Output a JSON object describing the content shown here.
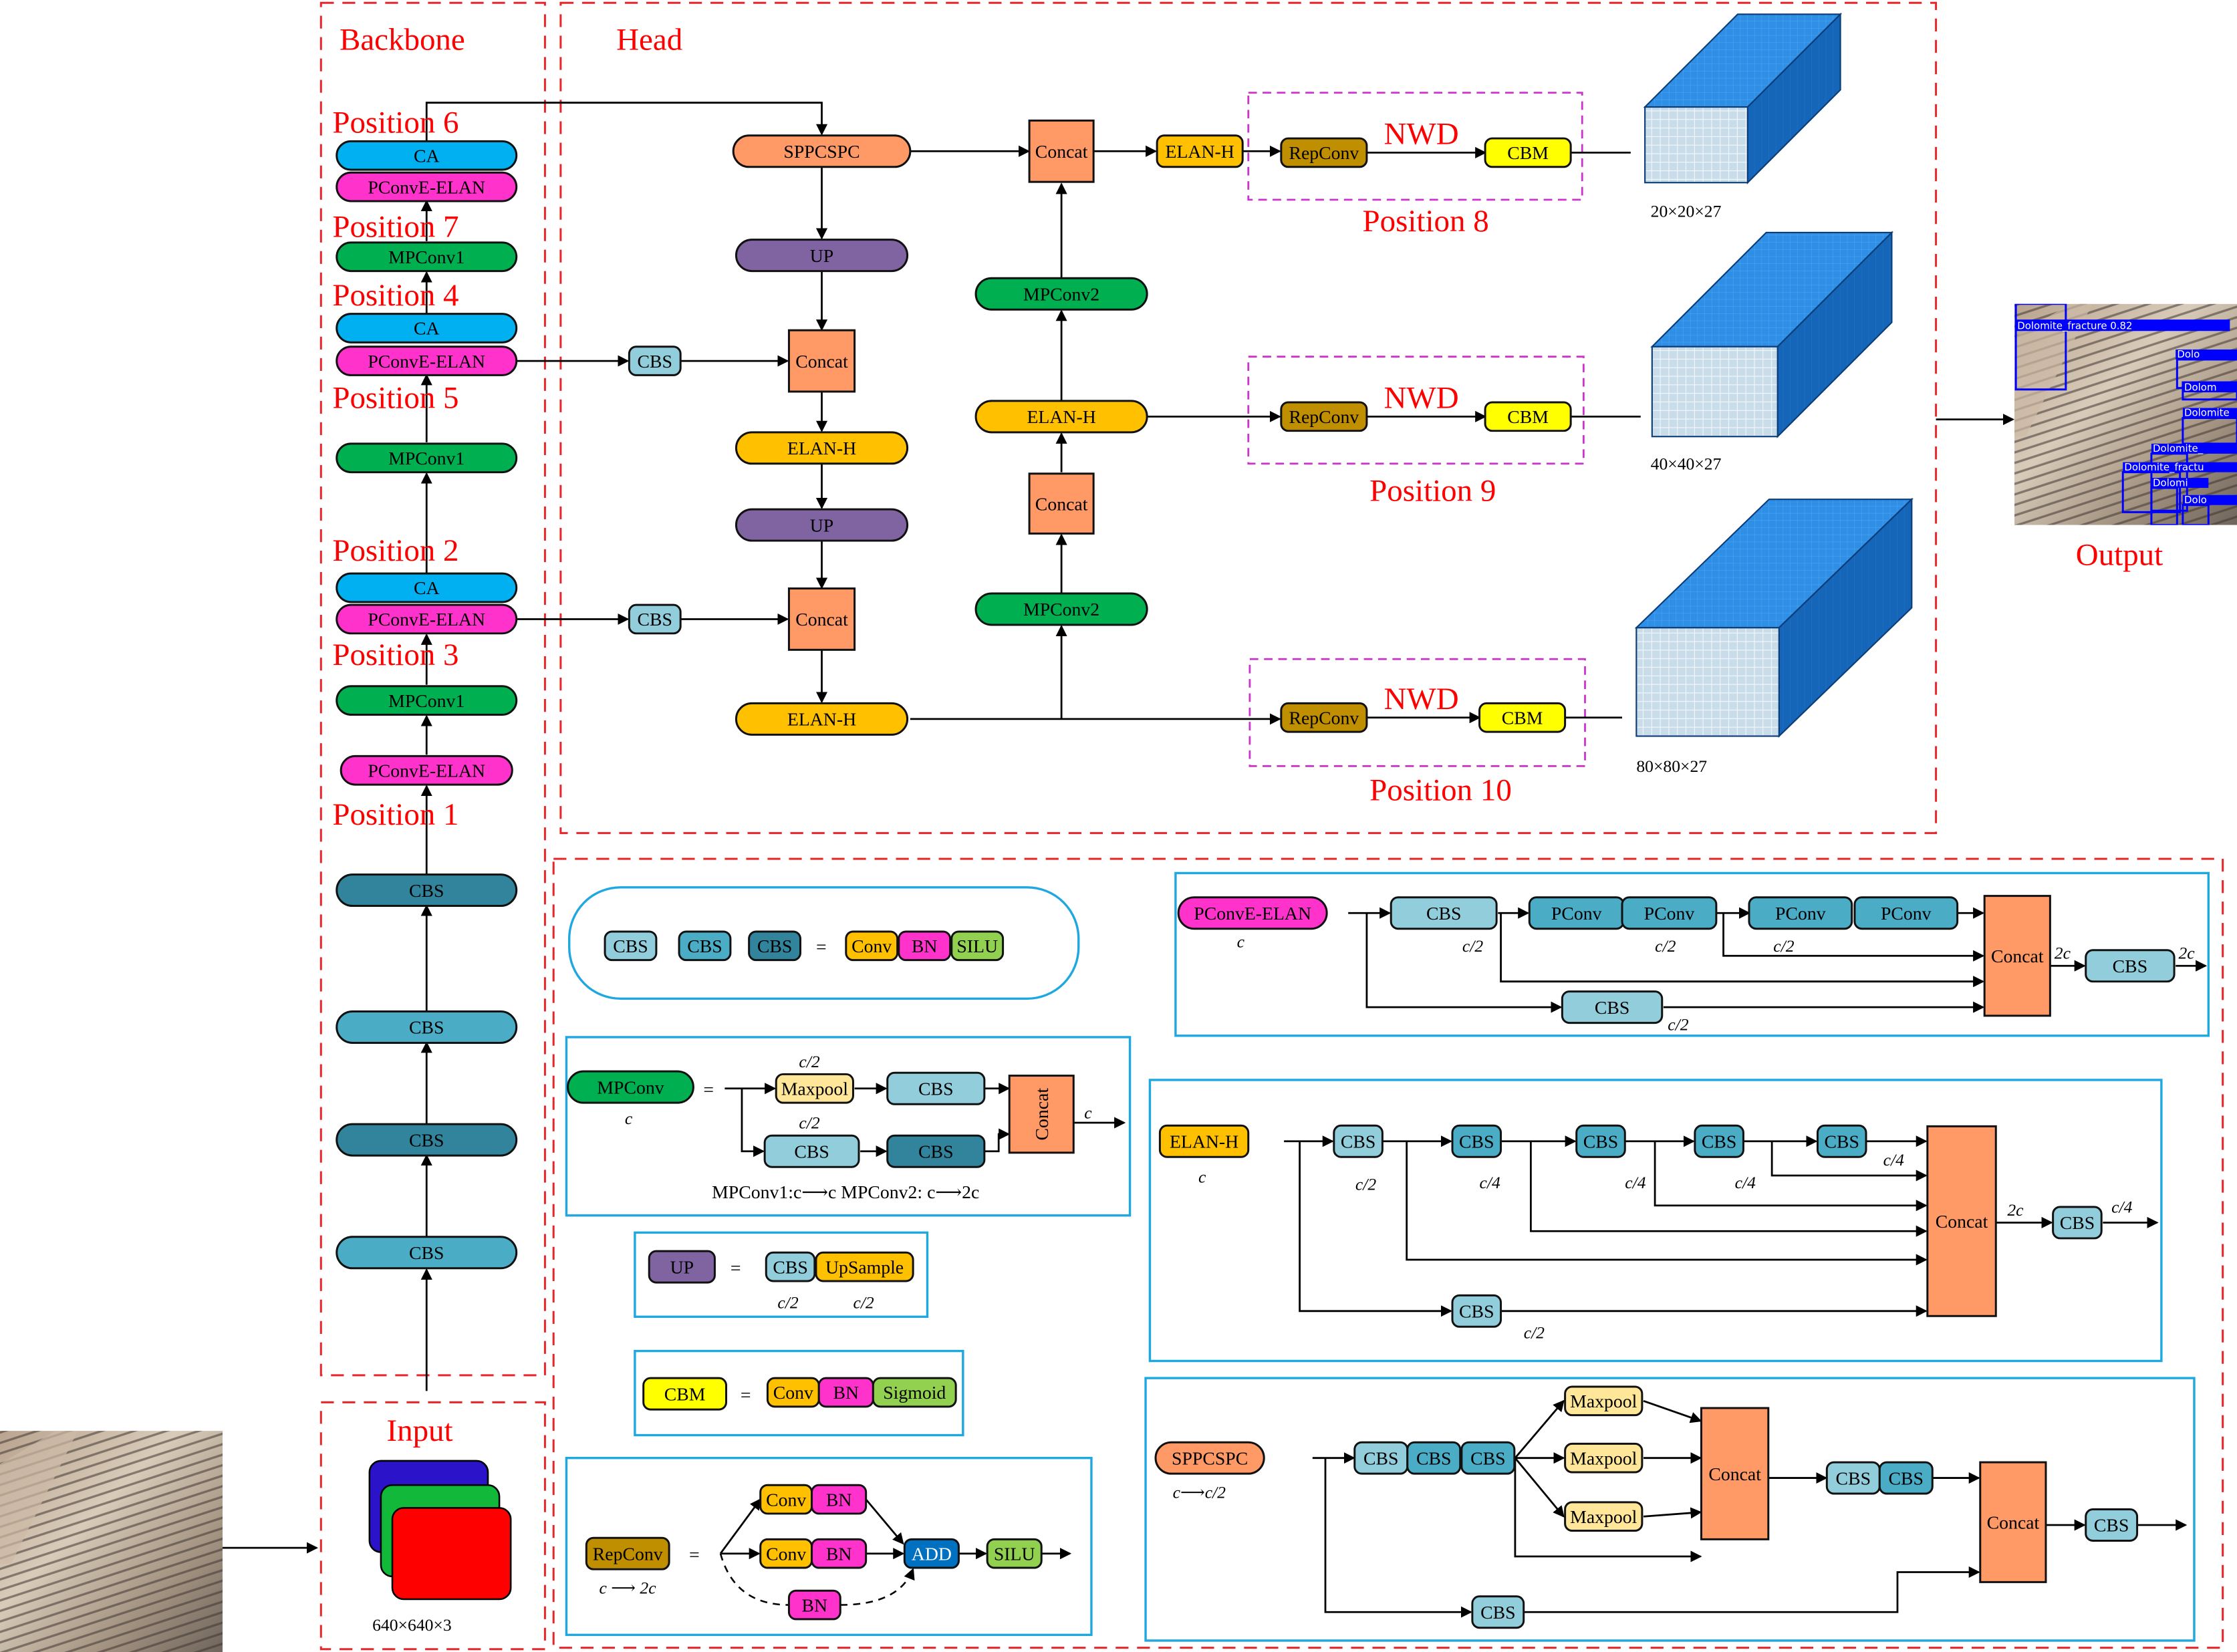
{
  "labels": {
    "backbone": "Backbone",
    "head": "Head",
    "input": "Input",
    "output": "Output",
    "pos1": "Position 1",
    "pos2": "Position 2",
    "pos3": "Position 3",
    "pos4": "Position 4",
    "pos5": "Position 5",
    "pos6": "Position 6",
    "pos7": "Position 7",
    "pos8": "Position 8",
    "pos9": "Position 9",
    "pos10": "Position 10",
    "nwd8": "NWD",
    "nwd9": "NWD",
    "nwd10": "NWD",
    "dim20": "20×20×27",
    "dim40": "40×40×27",
    "dim80": "80×80×27",
    "dim_in": "640×640×3",
    "eq_cbs": "=",
    "eq_mp": "=",
    "eq_up": "=",
    "eq_cbm": "=",
    "eq_rep": "=",
    "mp_c": "c",
    "mp_c2a": "c/2",
    "mp_c2b": "c/2",
    "mp_out": "c",
    "mp_note": "MPConv1:c⟶c MPConv2: c⟶2c",
    "up_c2a": "c/2",
    "up_c2b": "c/2",
    "rep_c": "c ⟶ 2c",
    "pe_c": "c",
    "pe_c2a": "c/2",
    "pe_c2b": "c/2",
    "pe_c2c": "c/2",
    "pe_c2d": "c/2",
    "pe_2ca": "2c",
    "pe_2cb": "2c",
    "eh_c": "c",
    "eh_c2": "c/2",
    "eh_c4a": "c/4",
    "eh_c4b": "c/4",
    "eh_c4c": "c/4",
    "eh_c4d": "c/4",
    "eh_c2b": "c/2",
    "eh_2c": "2c",
    "eh_c4e": "c/4",
    "sp_c": "c⟶c/2"
  },
  "nodes": {
    "bb_ca6": "CA",
    "bb_pe6": "PConvE-ELAN",
    "bb_mp7": "MPConv1",
    "bb_ca4": "CA",
    "bb_pe4": "PConvE-ELAN",
    "bb_mp5": "MPConv1",
    "bb_ca2": "CA",
    "bb_pe2": "PConvE-ELAN",
    "bb_mp3": "MPConv1",
    "bb_pe1": "PConvE-ELAN",
    "bb_cbs1": "CBS",
    "bb_cbs2": "CBS",
    "bb_cbs3": "CBS",
    "bb_cbs4": "CBS",
    "h_spp": "SPPCSPC",
    "h_up1": "UP",
    "h_cbs1": "CBS",
    "h_cat1": "Concat",
    "h_elan1": "ELAN-H",
    "h_up2": "UP",
    "h_cbs2": "CBS",
    "h_cat2": "Concat",
    "h_elan2": "ELAN-H",
    "h_mp_top": "MPConv2",
    "h_elan3": "ELAN-H",
    "h_cat3": "Concat",
    "h_mp_bot": "MPConv2",
    "h_cat4": "Concat",
    "h_elan4": "ELAN-H",
    "n8_rep": "RepConv",
    "n8_cbm": "CBM",
    "n9_rep": "RepConv",
    "n9_cbm": "CBM",
    "n10_rep": "RepConv",
    "n10_cbm": "CBM",
    "l_cbs_a": "CBS",
    "l_cbs_b": "CBS",
    "l_cbs_c": "CBS",
    "l_conv": "Conv",
    "l_bn": "BN",
    "l_silu": "SILU",
    "m_mp": "MPConv",
    "m_max": "Maxpool",
    "m_cbs1": "CBS",
    "m_cbs2": "CBS",
    "m_cbs3": "CBS",
    "m_cat": "Concat",
    "u_up": "UP",
    "u_cbs": "CBS",
    "u_ups": "UpSample",
    "c_cbm": "CBM",
    "c_conv": "Conv",
    "c_bn": "BN",
    "c_sig": "Sigmoid",
    "r_rep": "RepConv",
    "r_conv1": "Conv",
    "r_bn1": "BN",
    "r_conv2": "Conv",
    "r_bn2": "BN",
    "r_bn3": "BN",
    "r_add": "ADD",
    "r_silu": "SILU",
    "p_pe": "PConvE-ELAN",
    "p_cbs1": "CBS",
    "p_pc1": "PConv",
    "p_pc2": "PConv",
    "p_pc3": "PConv",
    "p_pc4": "PConv",
    "p_cat": "Concat",
    "p_cbs_out": "CBS",
    "p_cbs_bot": "CBS",
    "e_elan": "ELAN-H",
    "e_cbs1": "CBS",
    "e_cbs2": "CBS",
    "e_cbs3": "CBS",
    "e_cbs4": "CBS",
    "e_cbs5": "CBS",
    "e_cat": "Concat",
    "e_cbs_out": "CBS",
    "e_cbs_bot": "CBS",
    "s_spp": "SPPCSPC",
    "s_cbs1": "CBS",
    "s_cbs2": "CBS",
    "s_cbs3": "CBS",
    "s_max1": "Maxpool",
    "s_max2": "Maxpool",
    "s_max3": "Maxpool",
    "s_cat1": "Concat",
    "s_cbs4": "CBS",
    "s_cbs5": "CBS",
    "s_cat2": "Concat",
    "s_cbs_out": "CBS",
    "s_cbs_bot": "CBS"
  },
  "output_detections": [
    {
      "label": "Dolomite_fracture 0.82"
    },
    {
      "label": "Dolo"
    },
    {
      "label": "Dolom"
    },
    {
      "label": "Dolomite"
    },
    {
      "label": "Dolomite_"
    },
    {
      "label": "Dolomite_fractu"
    },
    {
      "label": "Dolomi"
    },
    {
      "label": "Dolo"
    }
  ],
  "colors": {
    "section_border": "#e8262a",
    "section_text": "#ff0000",
    "nwd_border": "#cc33cc",
    "legend_border": "#1fa8e0",
    "detection_box": "#0000ff"
  }
}
